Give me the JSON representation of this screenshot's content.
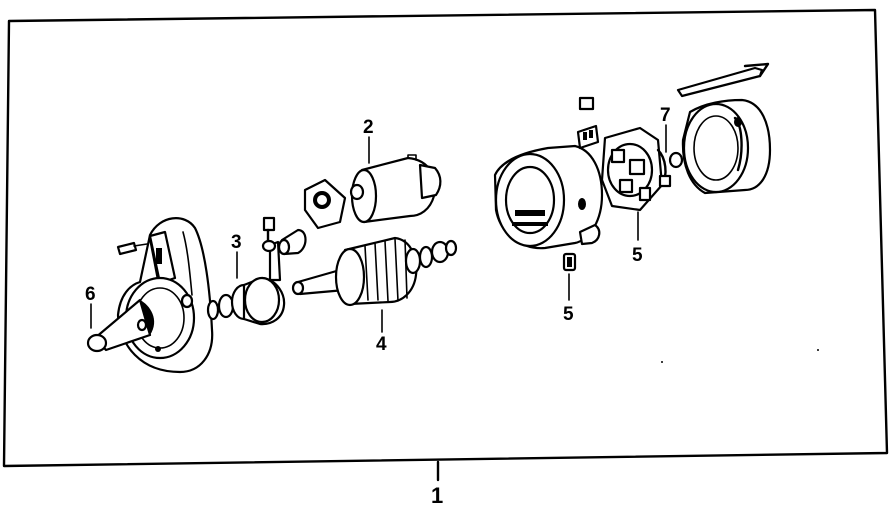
{
  "callouts": {
    "assembly": "1",
    "solenoid": "2",
    "drive_gear": "3",
    "armature": "4",
    "brush_lower": "5",
    "brush_holder": "5",
    "nose_housing": "6",
    "end_frame_bolt": "7"
  }
}
